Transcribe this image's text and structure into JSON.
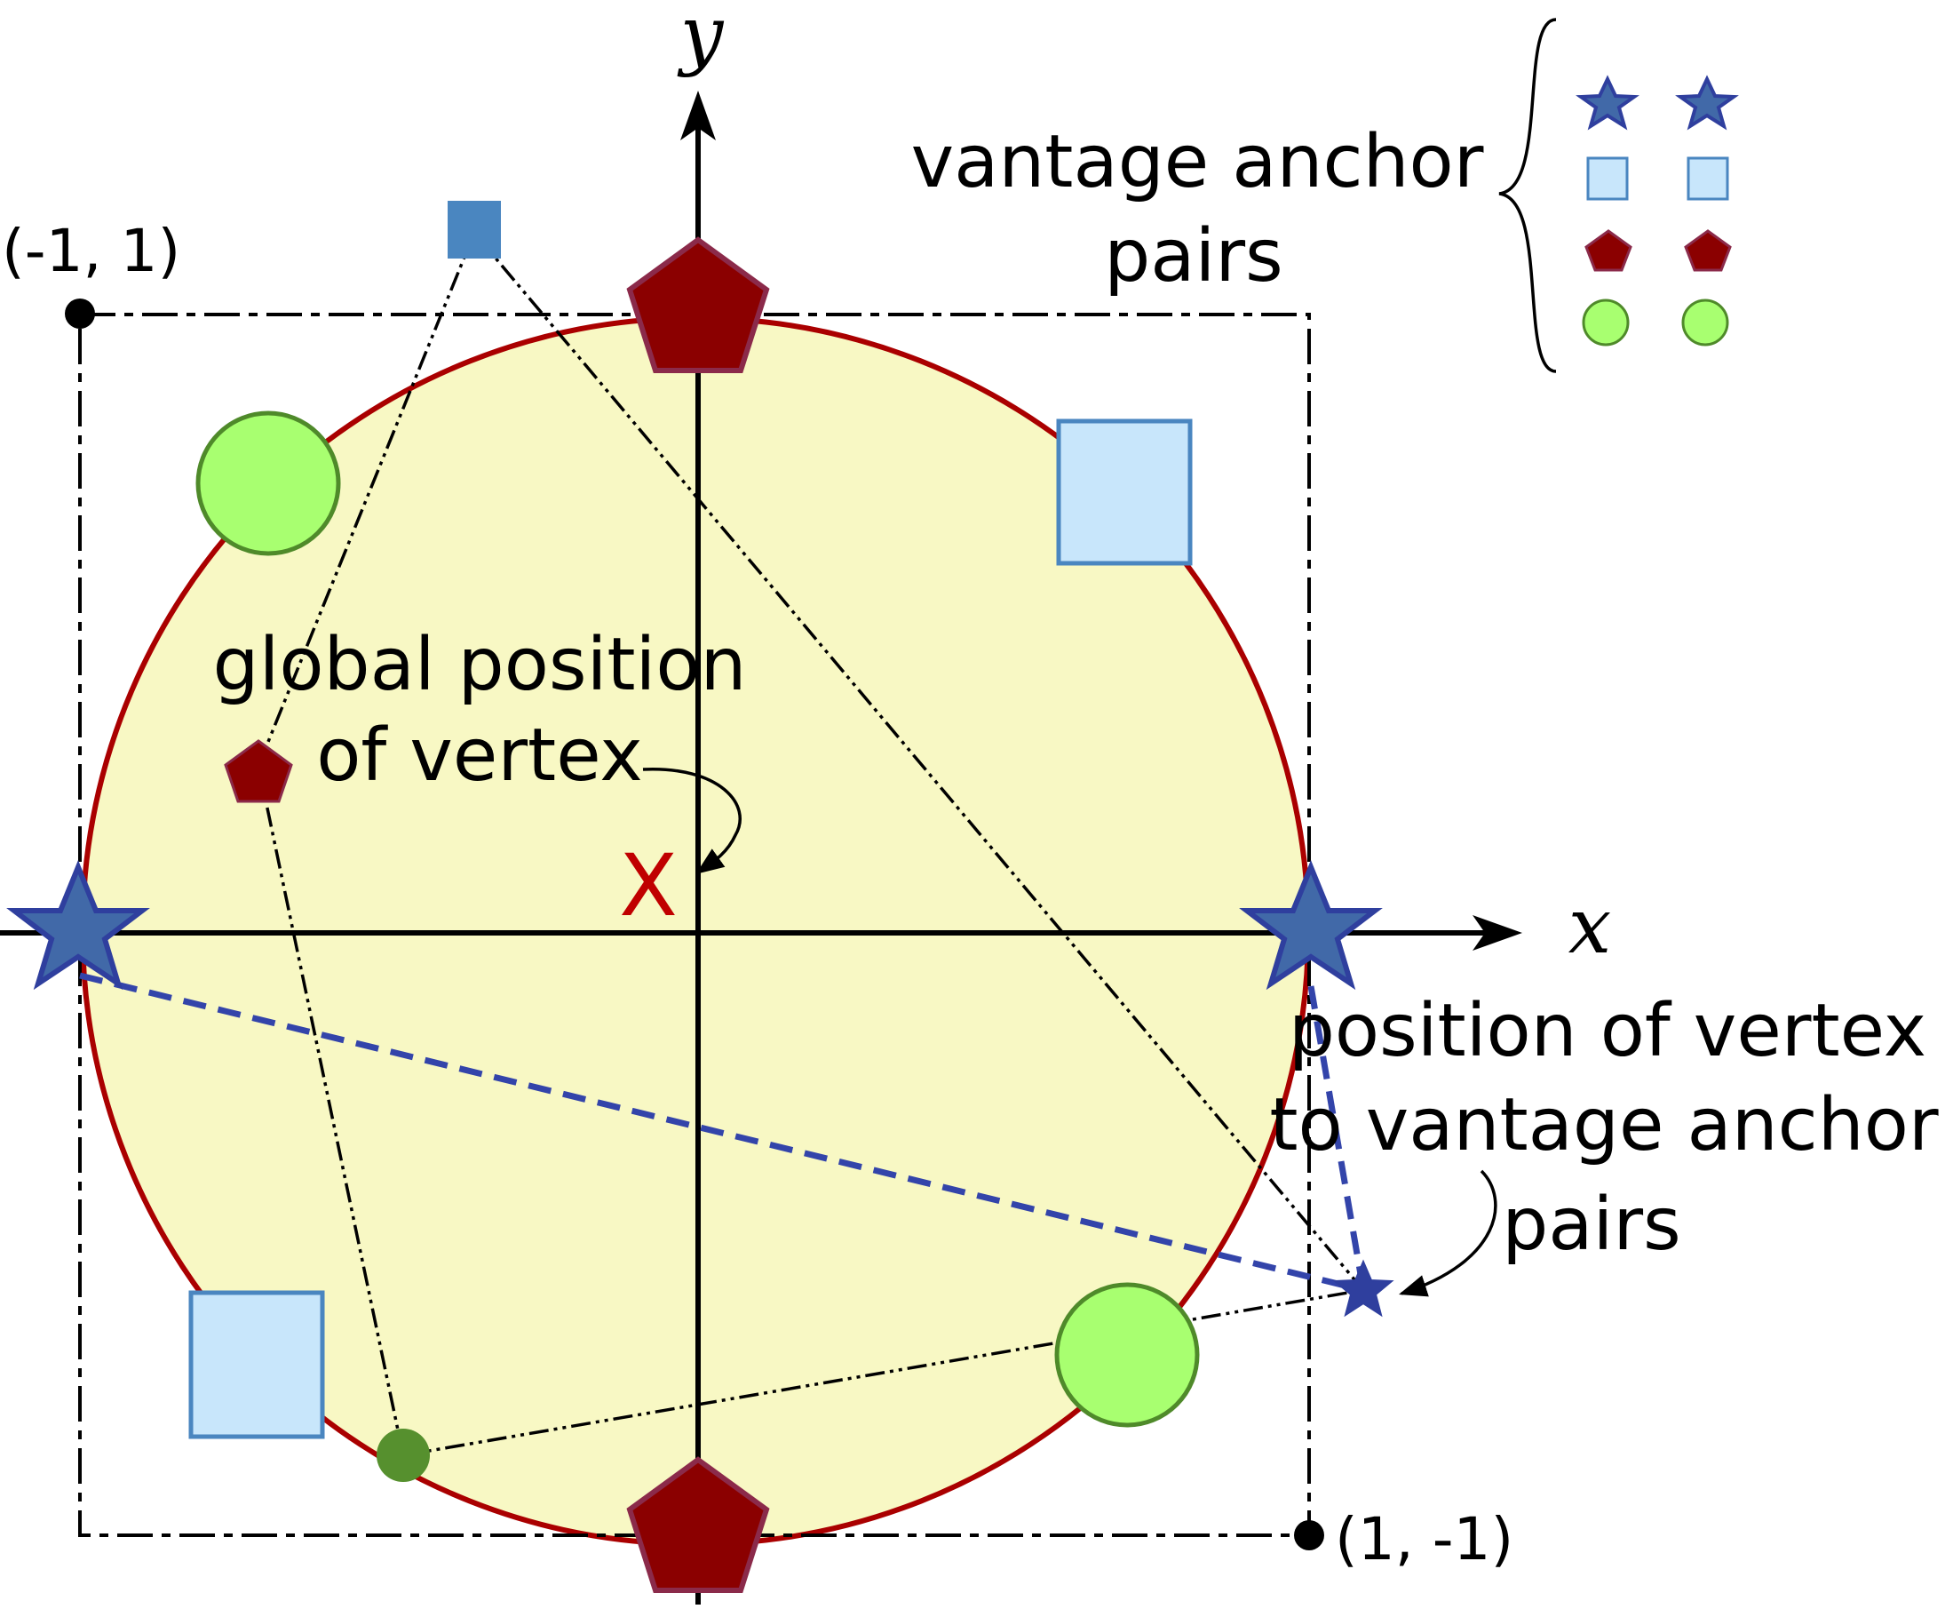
{
  "labels": {
    "y_axis": "y",
    "x_axis": "x",
    "corner_top_left": "(-1, 1)",
    "corner_bottom_right": "(1, -1)",
    "legend_title_line1": "vantage anchor",
    "legend_title_line2": "pairs",
    "global_line1": "global position",
    "global_line2": "of vertex",
    "global_marker": "X",
    "relative_line1": "position of vertex",
    "relative_line2": "to vantage anchor",
    "relative_line3": "pairs"
  },
  "colors": {
    "circle_fill": "#f8f8c4",
    "circle_stroke": "#aa0000",
    "star_fill": "#4169a8",
    "star_stroke": "#2f3f9e",
    "square_fill": "#c8e6fb",
    "square_stroke": "#4a86c0",
    "pentagon_fill": "#8b0000",
    "pentagon_stroke": "#8b2a4a",
    "circle_anchor_fill": "#a8ff70",
    "circle_anchor_stroke": "#4f8a2a",
    "marker_red": "#c00000",
    "dash_blue": "#3344aa"
  },
  "legend": [
    {
      "shape": "star"
    },
    {
      "shape": "square"
    },
    {
      "shape": "pentagon"
    },
    {
      "shape": "circle"
    }
  ]
}
